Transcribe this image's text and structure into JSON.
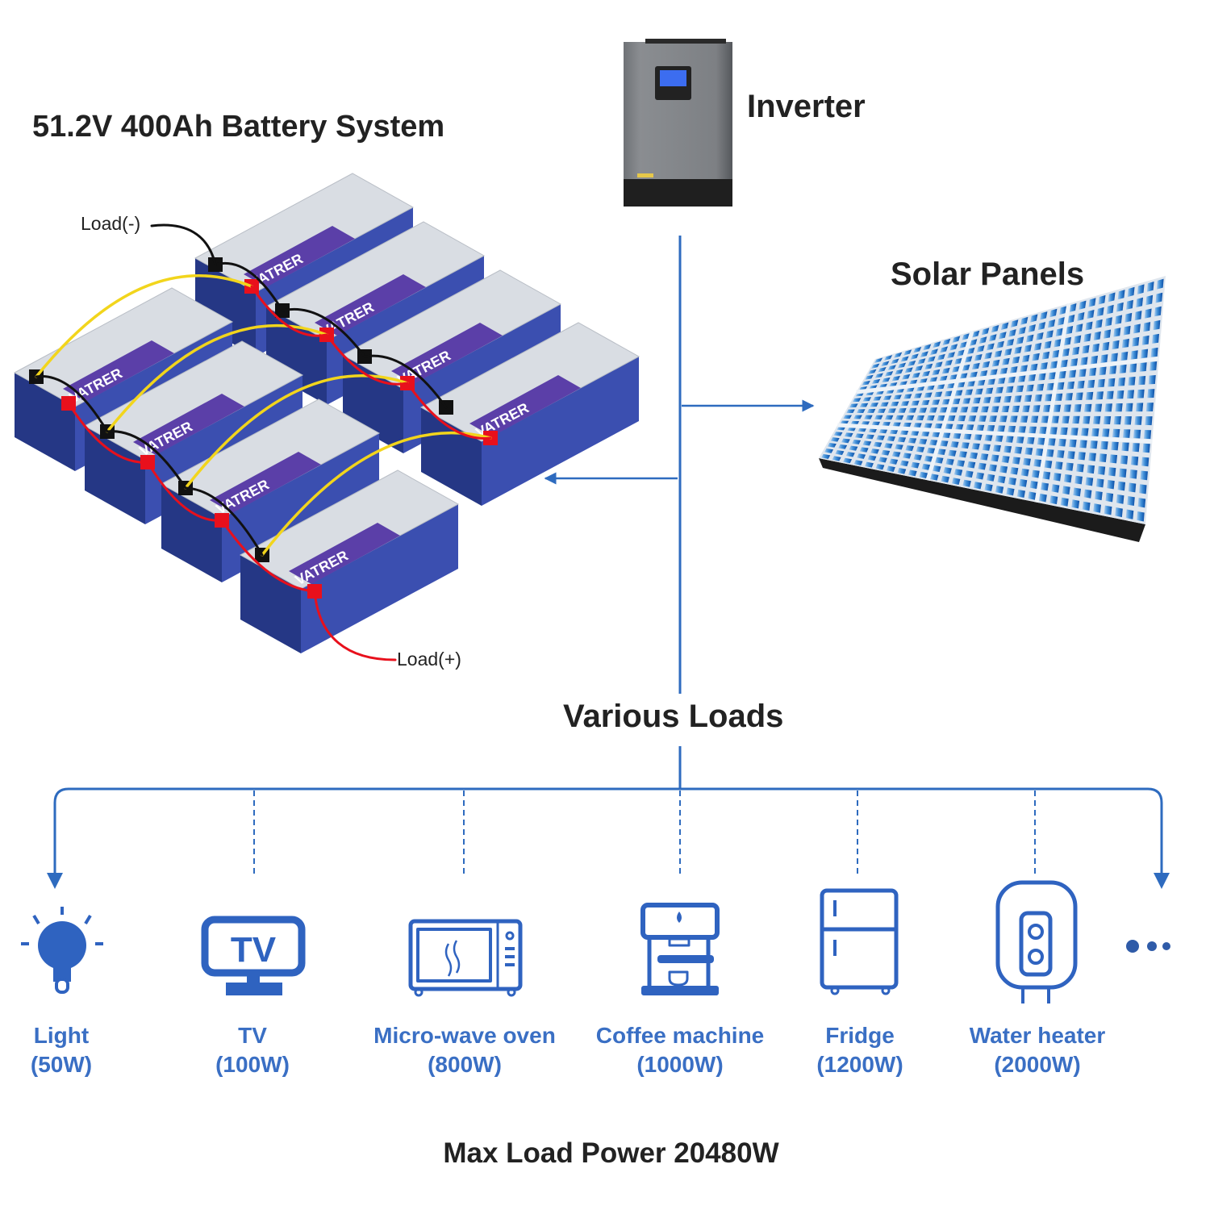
{
  "title": "51.2V 400Ah Battery System",
  "inverter_label": "Inverter",
  "solar_label": "Solar Panels",
  "loads_heading": "Various Loads",
  "battery_labels": {
    "negative": "Load(-)",
    "positive": "Load(+)"
  },
  "battery_brand": "VATRER",
  "loads": [
    {
      "name": "Light",
      "power": "(50W)",
      "icon": "light-bulb-icon"
    },
    {
      "name": "TV",
      "power": "(100W)",
      "icon": "tv-icon",
      "icon_text": "TV"
    },
    {
      "name": "Micro-wave oven",
      "power": "(800W)",
      "icon": "microwave-icon"
    },
    {
      "name": "Coffee machine",
      "power": "(1000W)",
      "icon": "coffee-machine-icon"
    },
    {
      "name": "Fridge",
      "power": "(1200W)",
      "icon": "fridge-icon"
    },
    {
      "name": "Water heater",
      "power": "(2000W)",
      "icon": "water-heater-icon"
    }
  ],
  "more_indicator": "more-dots-icon",
  "footer": "Max Load Power 20480W",
  "colors": {
    "accent": "#2f63c0",
    "line": "#2e6bbf",
    "text": "#222222",
    "battery_blue": "#2c3f9a",
    "battery_top": "#d9dde3"
  }
}
